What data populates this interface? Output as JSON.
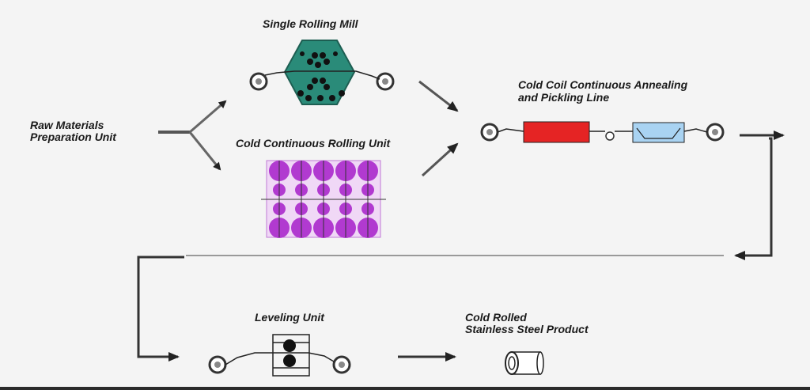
{
  "labels": {
    "raw_materials_line1": "Raw Materials",
    "raw_materials_line2": "Preparation Unit",
    "single_rolling_mill": "Single Rolling Mill",
    "cold_continuous_rolling_unit": "Cold Continuous Rolling Unit",
    "annealing_line1": "Cold Coil Continuous Annealing",
    "annealing_line2": "and Pickling Line",
    "leveling_unit": "Leveling Unit",
    "product_line1": "Cold Rolled",
    "product_line2": "Stainless Steel Product"
  },
  "colors": {
    "mill_green": "#2a8b79",
    "rolling_purple": "#b13ad0",
    "furnace_red": "#e52424",
    "pickling_blue": "#a9d3f2",
    "line_dark": "#222222"
  }
}
